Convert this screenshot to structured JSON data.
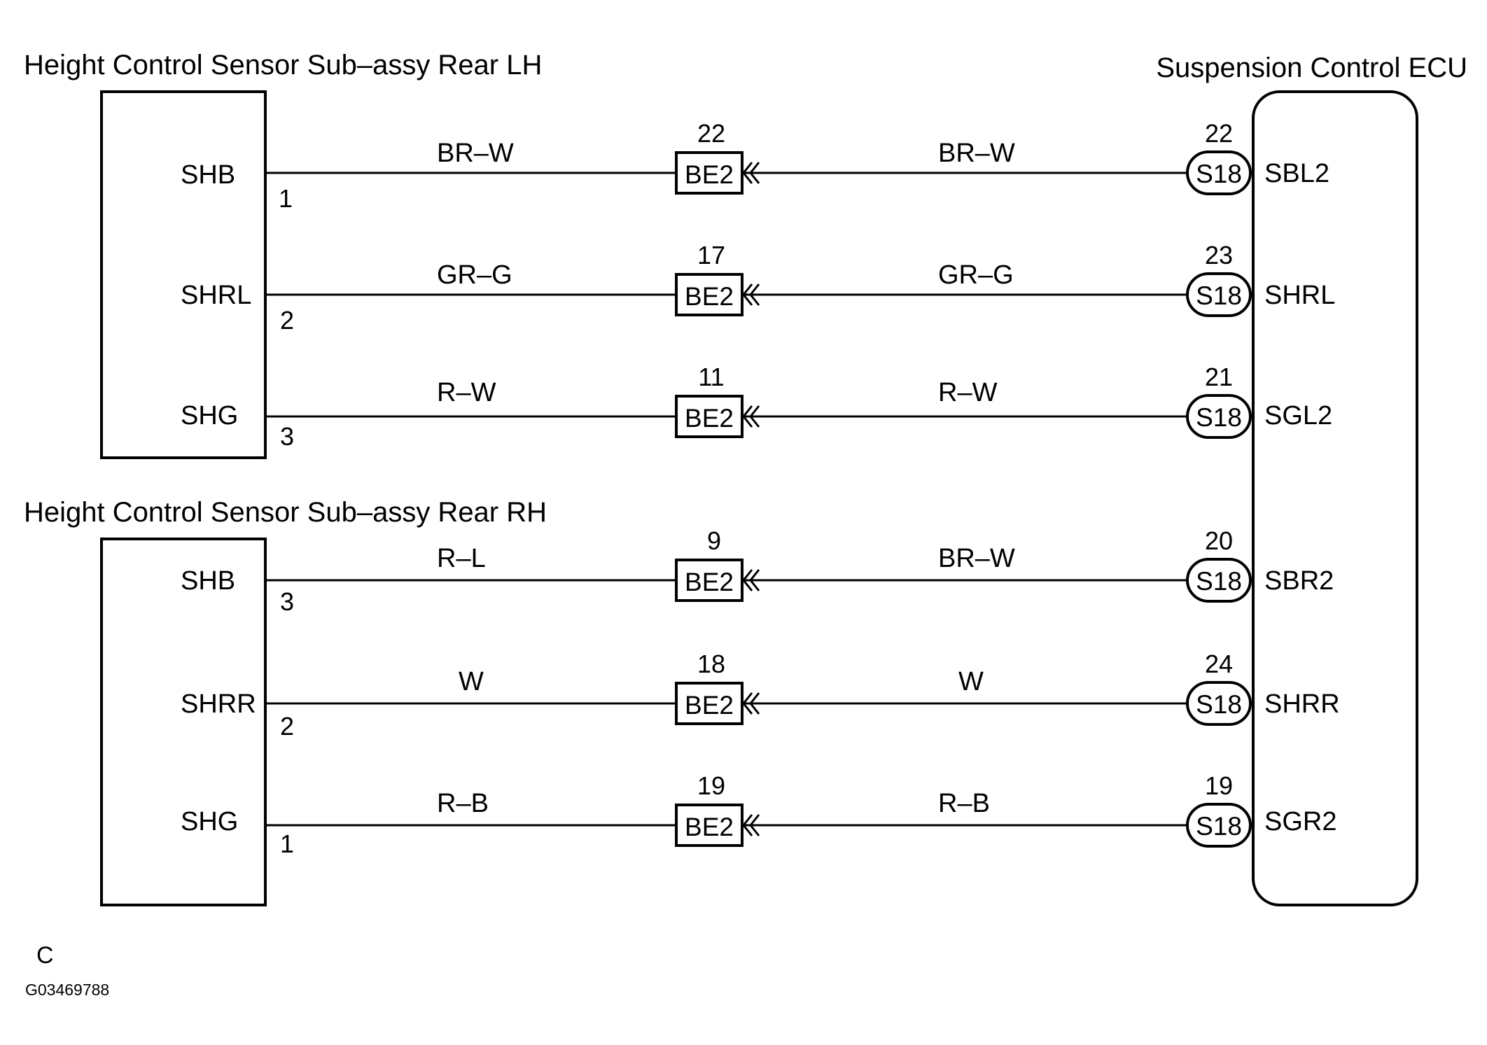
{
  "lh_sensor": {
    "title": "Height Control Sensor Sub–assy Rear LH",
    "pins": [
      {
        "name": "SHB",
        "number": "1"
      },
      {
        "name": "SHRL",
        "number": "2"
      },
      {
        "name": "SHG",
        "number": "3"
      }
    ]
  },
  "rh_sensor": {
    "title": "Height Control Sensor Sub–assy Rear RH",
    "pins": [
      {
        "name": "SHB",
        "number": "3"
      },
      {
        "name": "SHRR",
        "number": "2"
      },
      {
        "name": "SHG",
        "number": "1"
      }
    ]
  },
  "ecu": {
    "title": "Suspension Control ECU",
    "connector": "S18"
  },
  "junction": {
    "connector": "BE2"
  },
  "wires": [
    {
      "left_color": "BR–W",
      "be2_pin": "22",
      "right_color": "BR–W",
      "ecu_pin": "22",
      "ecu_terminal": "SBL2"
    },
    {
      "left_color": "GR–G",
      "be2_pin": "17",
      "right_color": "GR–G",
      "ecu_pin": "23",
      "ecu_terminal": "SHRL"
    },
    {
      "left_color": "R–W",
      "be2_pin": "11",
      "right_color": "R–W",
      "ecu_pin": "21",
      "ecu_terminal": "SGL2"
    },
    {
      "left_color": "R–L",
      "be2_pin": "9",
      "right_color": "BR–W",
      "ecu_pin": "20",
      "ecu_terminal": "SBR2"
    },
    {
      "left_color": "W",
      "be2_pin": "18",
      "right_color": "W",
      "ecu_pin": "24",
      "ecu_terminal": "SHRR"
    },
    {
      "left_color": "R–B",
      "be2_pin": "19",
      "right_color": "R–B",
      "ecu_pin": "19",
      "ecu_terminal": "SGR2"
    }
  ],
  "footer": {
    "letter": "C",
    "code": "G03469788"
  }
}
